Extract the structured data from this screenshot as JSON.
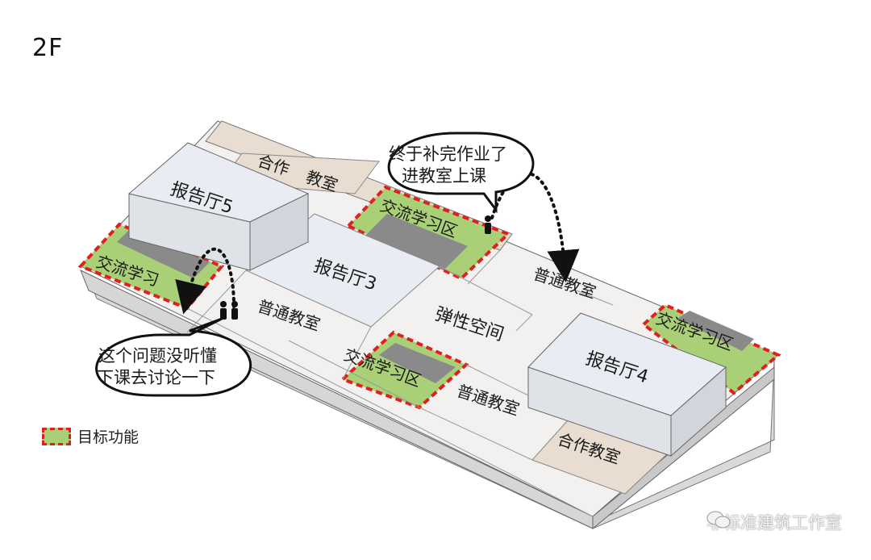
{
  "floor": "2F",
  "rooms": {
    "hall5": "报告厅5",
    "coop_top_a": "合作",
    "coop_top_b": "教室",
    "exchange_top": "交流学习区",
    "exchange_left": "交流学习",
    "hall3": "报告厅3",
    "classroom_left": "普通教室",
    "classroom_right_top": "普通教室",
    "flex": "弹性空间",
    "exchange_mid": "交流学习区",
    "classroom_bottom": "普通教室",
    "hall4": "报告厅4",
    "exchange_right": "交流学习区",
    "coop_bottom": "合作教室"
  },
  "bubbles": {
    "top_line1": "终于补完作业了",
    "top_line2": "进教室上课",
    "left_line1": "这个问题没听懂",
    "left_line2": "下课去讨论一下"
  },
  "legend": {
    "label": "目标功能"
  },
  "watermark": "非标准建筑工作室",
  "colors": {
    "target_fill": "#a9cf77",
    "target_border": "#e02020",
    "coop_fill": "#e8ddd0",
    "hall_fill": "#e9edf3",
    "room_fill": "#f2f1ef"
  }
}
